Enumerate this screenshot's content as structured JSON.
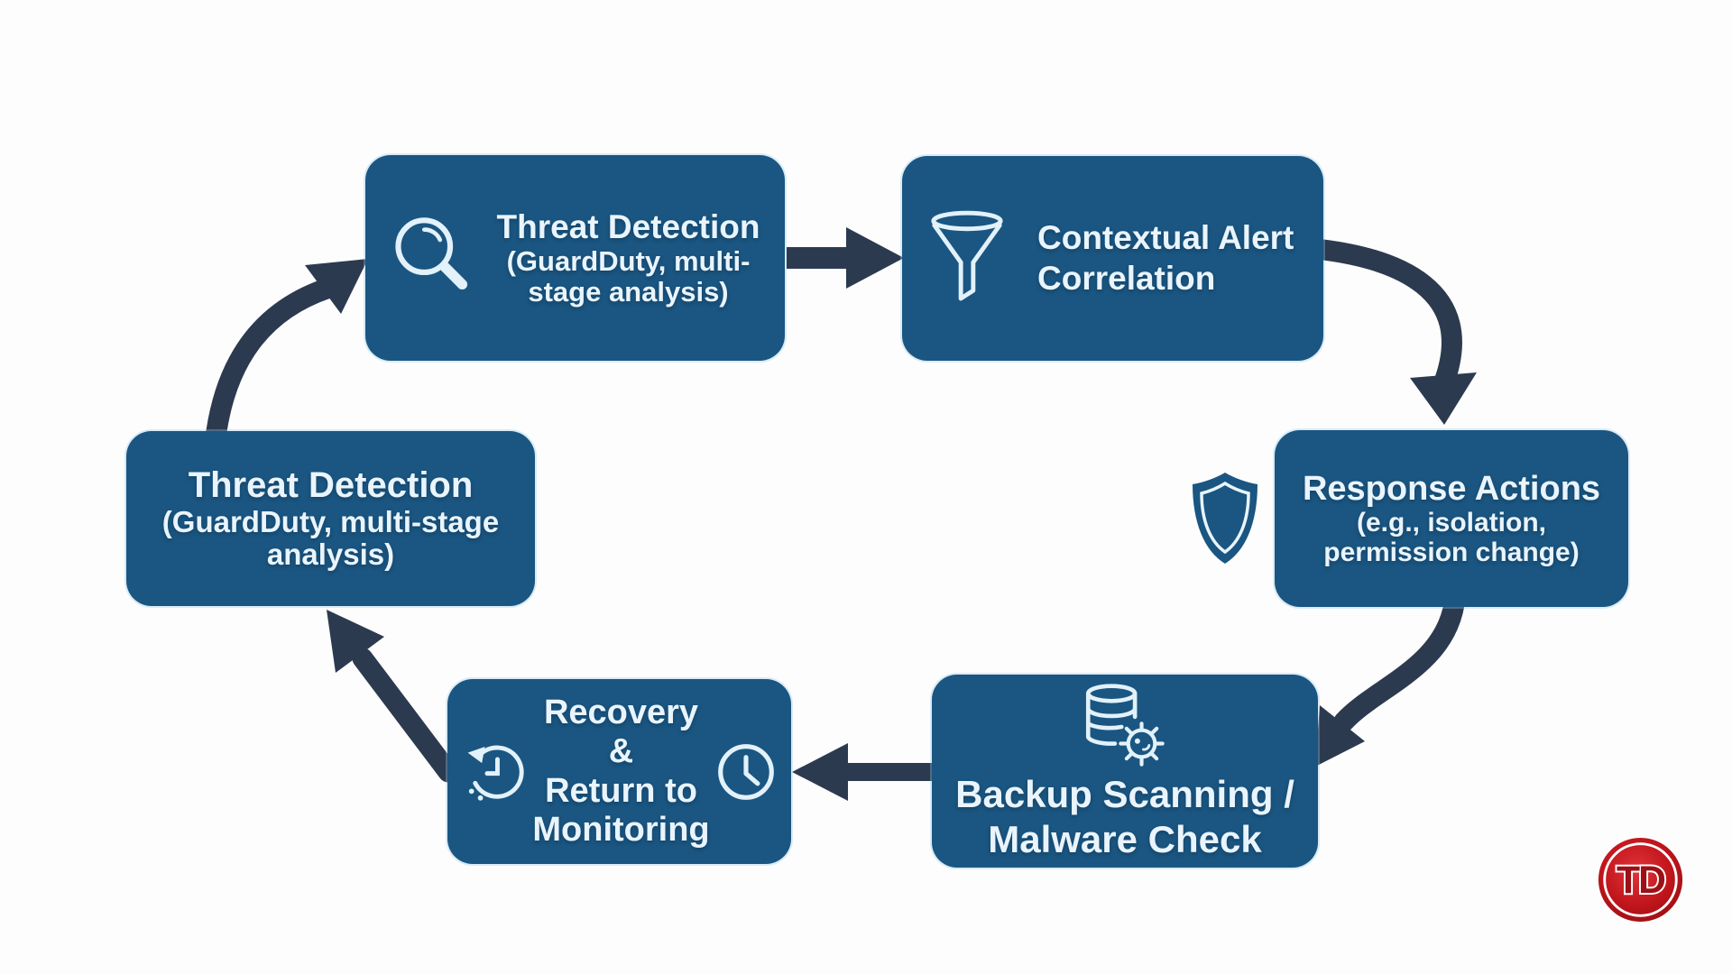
{
  "canvas": {
    "background": "#fdfdfd"
  },
  "style": {
    "node_fill": "#1a5681",
    "node_text": "#e9f4fc",
    "arrow_color": "#2c3a50",
    "logo_red": "#c0151b"
  },
  "nodes": {
    "threat_top": {
      "line1": "Threat Detection",
      "line2": "(GuardDuty, multi-",
      "line3": "stage analysis)",
      "icon": "magnifier-icon"
    },
    "contextual": {
      "line1": "Contextual Alert",
      "line2": "Correlation",
      "icon": "funnel-icon"
    },
    "response": {
      "line1": "Response Actions",
      "line2": "(e.g., isolation,",
      "line3": "permission change)",
      "icon": "shield-icon"
    },
    "backup": {
      "line1": "Backup Scanning /",
      "line2": "Malware Check",
      "icon": "database-malware-icon"
    },
    "recovery": {
      "line1": "Recovery &",
      "line2": "Return to",
      "line3": "Monitoring",
      "icons": [
        "history-clock-icon",
        "clock-icon"
      ]
    },
    "threat_left": {
      "line1": "Threat Detection",
      "line2": "(GuardDuty, multi-stage",
      "line3": "analysis)"
    }
  },
  "connections": [
    {
      "from": "threat_top",
      "to": "contextual"
    },
    {
      "from": "contextual",
      "to": "response"
    },
    {
      "from": "response",
      "to": "backup"
    },
    {
      "from": "backup",
      "to": "recovery"
    },
    {
      "from": "recovery",
      "to": "threat_left"
    },
    {
      "from": "threat_left",
      "to": "threat_top"
    }
  ],
  "logo": {
    "text": "TD"
  }
}
